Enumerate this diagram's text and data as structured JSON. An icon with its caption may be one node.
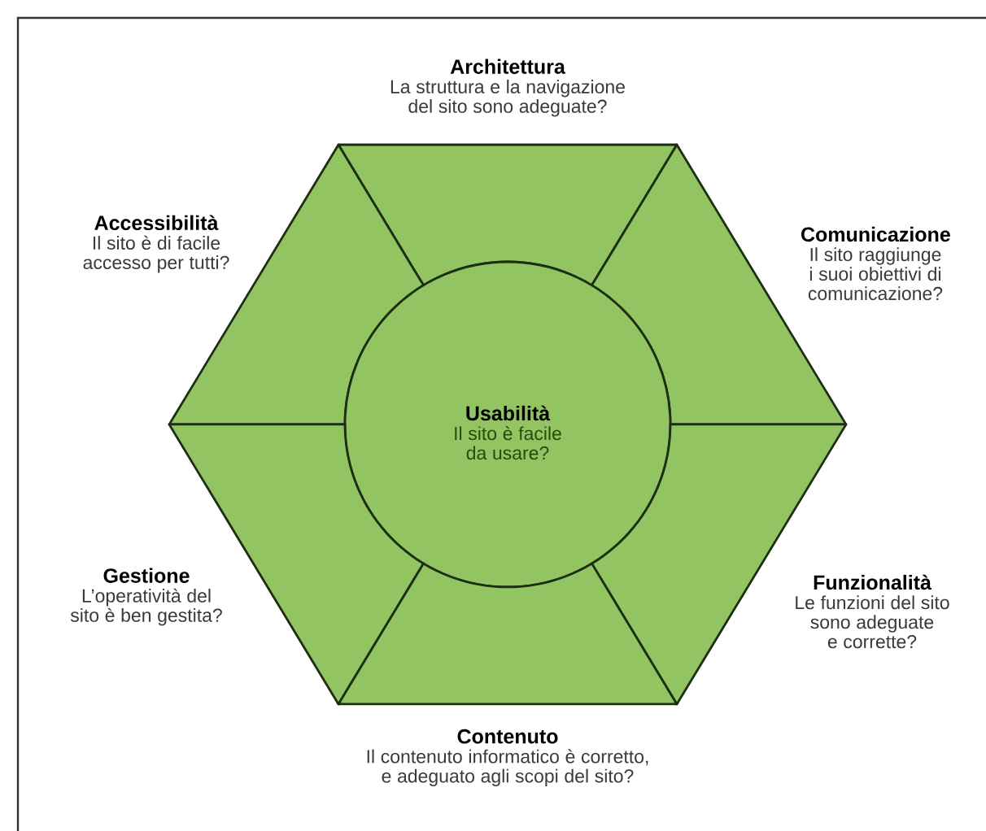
{
  "diagram": {
    "nodes": [
      {
        "text": [
          "Architettura",
          "La struttura e la navigazione del sito sono adeguate?"
        ]
      },
      {
        "text": [
          "Accessibilità",
          "Il sito è di facile accesso per tutti?"
        ]
      },
      {
        "text": [
          "Comunicazione",
          "Il sito raggiunge i suoi obiettivi di comunicazione?"
        ]
      },
      {
        "text": [
          "Usabilità",
          "Il sito è facile da usare?"
        ]
      },
      {
        "text": [
          "Gestione",
          "L’operatività del sito è ben gestita?"
        ]
      },
      {
        "text": [
          "Funzionalità",
          "Le funzioni del sito sono adeguate e corrette?"
        ]
      },
      {
        "text": [
          "Contenuto",
          "Il contenuto informatico è corretto, e adeguato agli scopi del sito?"
        ]
      }
    ]
  }
}
